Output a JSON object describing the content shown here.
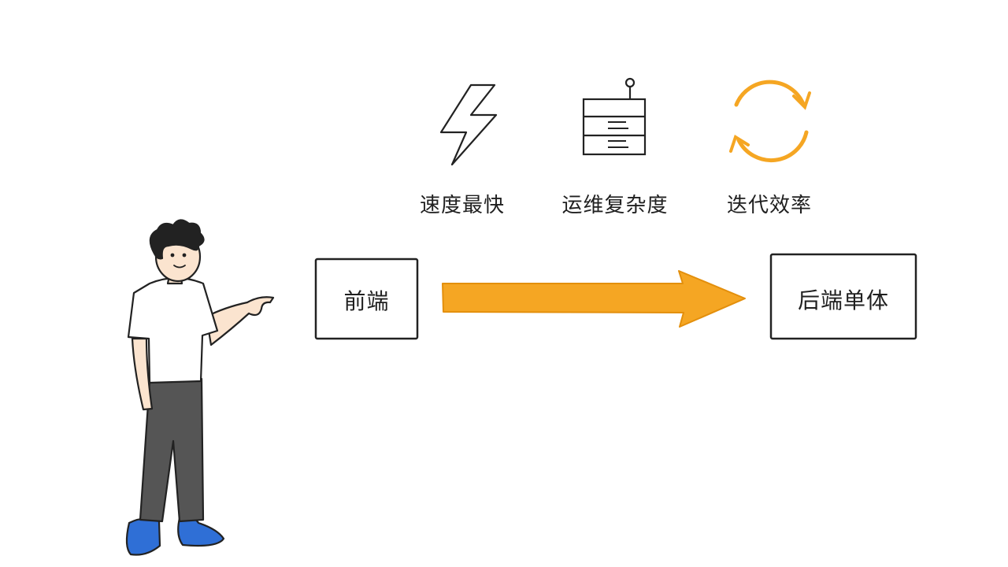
{
  "features": [
    {
      "label": "速度最快",
      "icon": "lightning-icon"
    },
    {
      "label": "运维复杂度",
      "icon": "server-rack-icon"
    },
    {
      "label": "迭代效率",
      "icon": "refresh-cycle-icon"
    }
  ],
  "flow": {
    "from": "前端",
    "to": "后端单体"
  },
  "colors": {
    "accent": "#f5a623",
    "ink": "#222222",
    "shirt": "#ffffff",
    "pants": "#555555",
    "shoes": "#2f6fd6",
    "skin": "#fbe4cf"
  }
}
